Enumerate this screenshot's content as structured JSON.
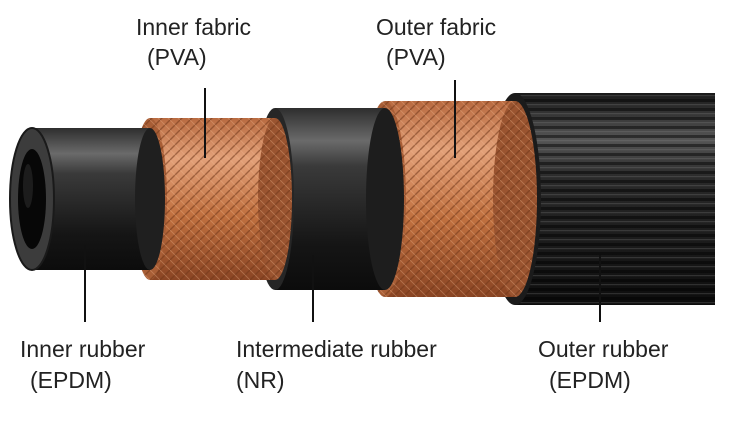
{
  "labels": {
    "inner_fabric": {
      "name": "Inner fabric",
      "material": "(PVA)"
    },
    "outer_fabric": {
      "name": "Outer fabric",
      "material": "(PVA)"
    },
    "inner_rubber": {
      "name": "Inner rubber",
      "material": "(EPDM)"
    },
    "intermediate_rubber": {
      "name": "Intermediate rubber",
      "material": "(NR)"
    },
    "outer_rubber": {
      "name": "Outer rubber",
      "material": "(EPDM)"
    }
  },
  "colors": {
    "rubber_dark": "#1f1f1f",
    "rubber_mid": "#4a4a4a",
    "fabric_copper": "#c87a4e",
    "fabric_dark": "#7a3f22",
    "text": "#222222"
  }
}
